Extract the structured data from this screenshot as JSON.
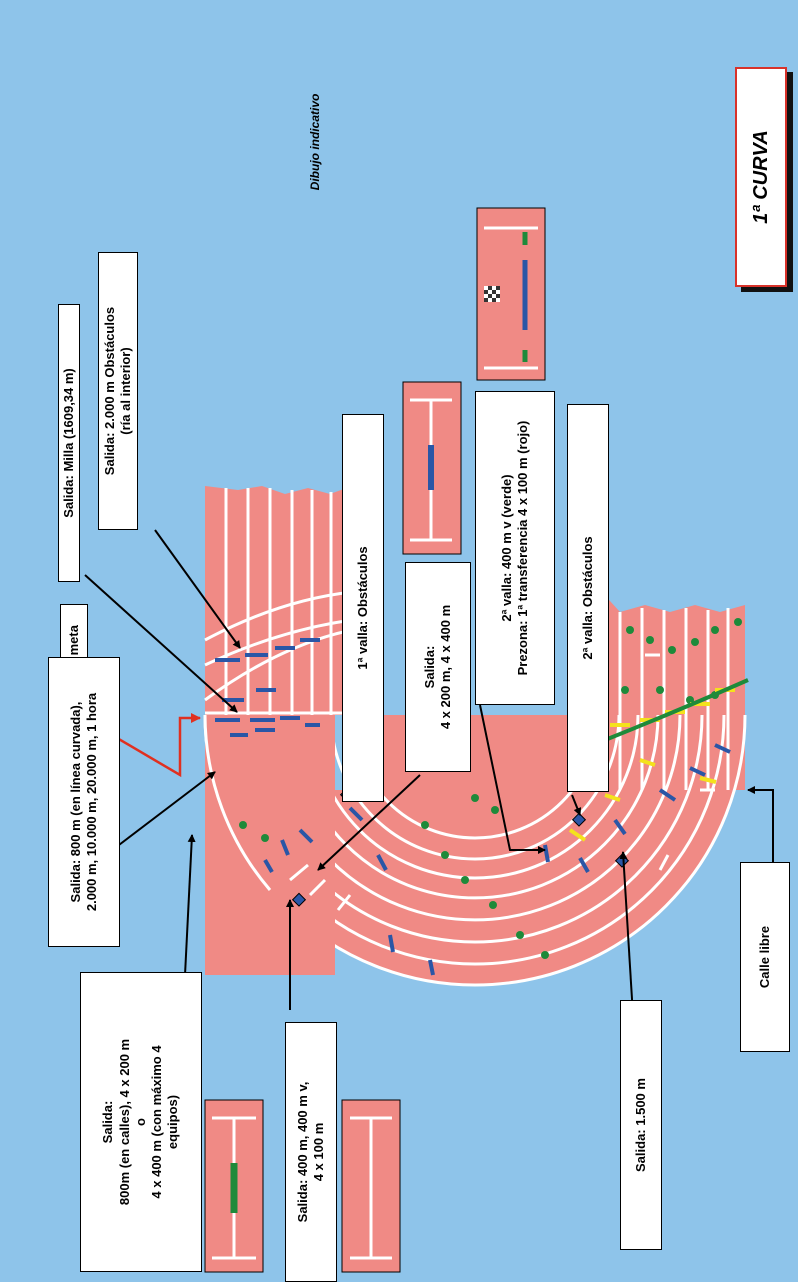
{
  "title": "1ª CURVA",
  "subtitle": "Dibujo indicativo",
  "labels": {
    "milla": "Salida: Milla (1609,34 m)",
    "obst2000": [
      "Salida: 2.000 m Obstáculos",
      "(ría al interior)"
    ],
    "linea_meta": "Línea meta",
    "s800": [
      "Salida: 800 m (en línea curvada),",
      "2.000 m, 10.000 m, 20.000 m, 1 hora"
    ],
    "s800calles": [
      "Salida:",
      "800m (en calles), 4 x 200 m",
      "o",
      "4 x 400 m (con máximo 4",
      "equipos)"
    ],
    "s400": [
      "Salida: 400 m, 400 m v,",
      "4 x 100 m"
    ],
    "valla1": "1ª valla: Obstáculos",
    "relevos": [
      "Salida:",
      "4 x 200 m, 4 x 400 m"
    ],
    "valla2_400": [
      "2ª valla: 400 m v (verde)",
      "Prezona: 1ª transferencia 4 x 100 m (rojo)"
    ],
    "valla2": "2ª valla: Obstáculos",
    "s1500": "Salida: 1.500 m",
    "calle_libre": "Calle libre"
  },
  "colors": {
    "background": "#8ec4ea",
    "track": "#f08a85",
    "lane_line": "#ffffff",
    "blue_mark": "#2a56a6",
    "green_mark": "#1e8a3a",
    "yellow_mark": "#f4e21c",
    "arrow_red": "#e03020",
    "box_border": "#d8322a"
  },
  "icons": {
    "checkered_flag": "checkered-flag-icon"
  }
}
